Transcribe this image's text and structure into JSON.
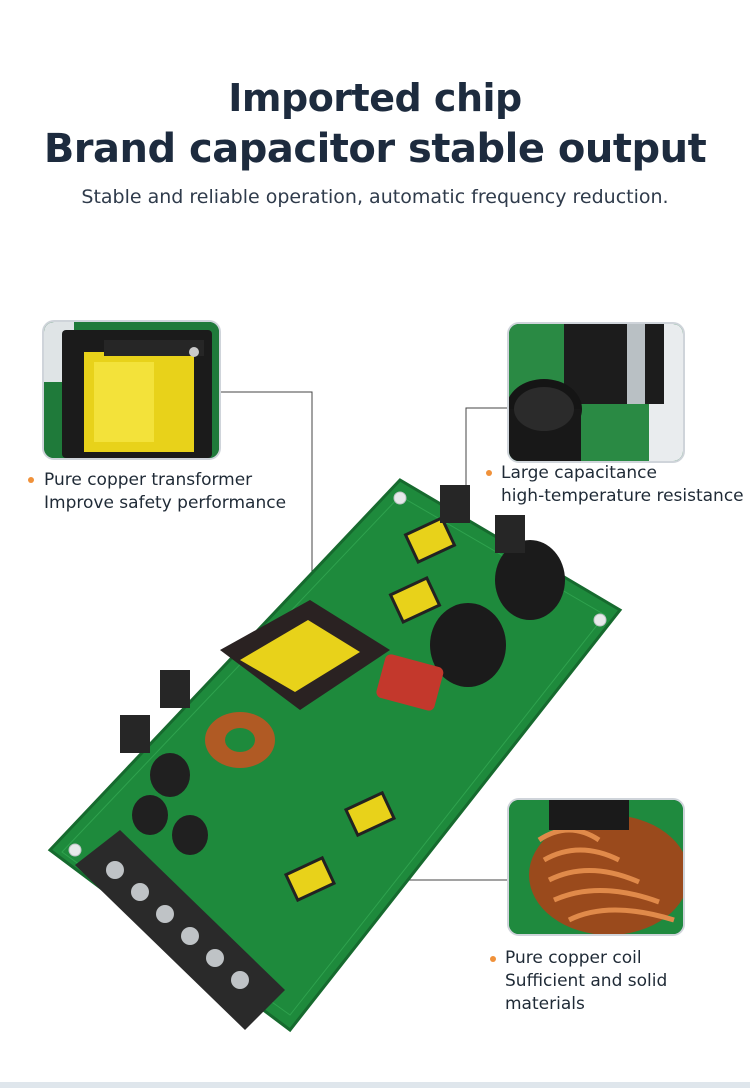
{
  "header": {
    "title_line1": "Imported chip",
    "title_line2": "Brand capacitor stable output",
    "subtitle": "Stable and reliable operation, automatic frequency reduction."
  },
  "callouts": {
    "transformer": {
      "line1": "Pure copper transformer",
      "line2": "Improve safety performance"
    },
    "capacitance": {
      "line1": "Large capacitance",
      "line2": "high-temperature resistance"
    },
    "coil": {
      "line1": "Pure copper coil",
      "line2": "Sufficient and solid materials"
    }
  },
  "colors": {
    "pcb_green": "#1e8a3c",
    "accent_dot": "#f0913a",
    "title": "#1d2b3e"
  }
}
